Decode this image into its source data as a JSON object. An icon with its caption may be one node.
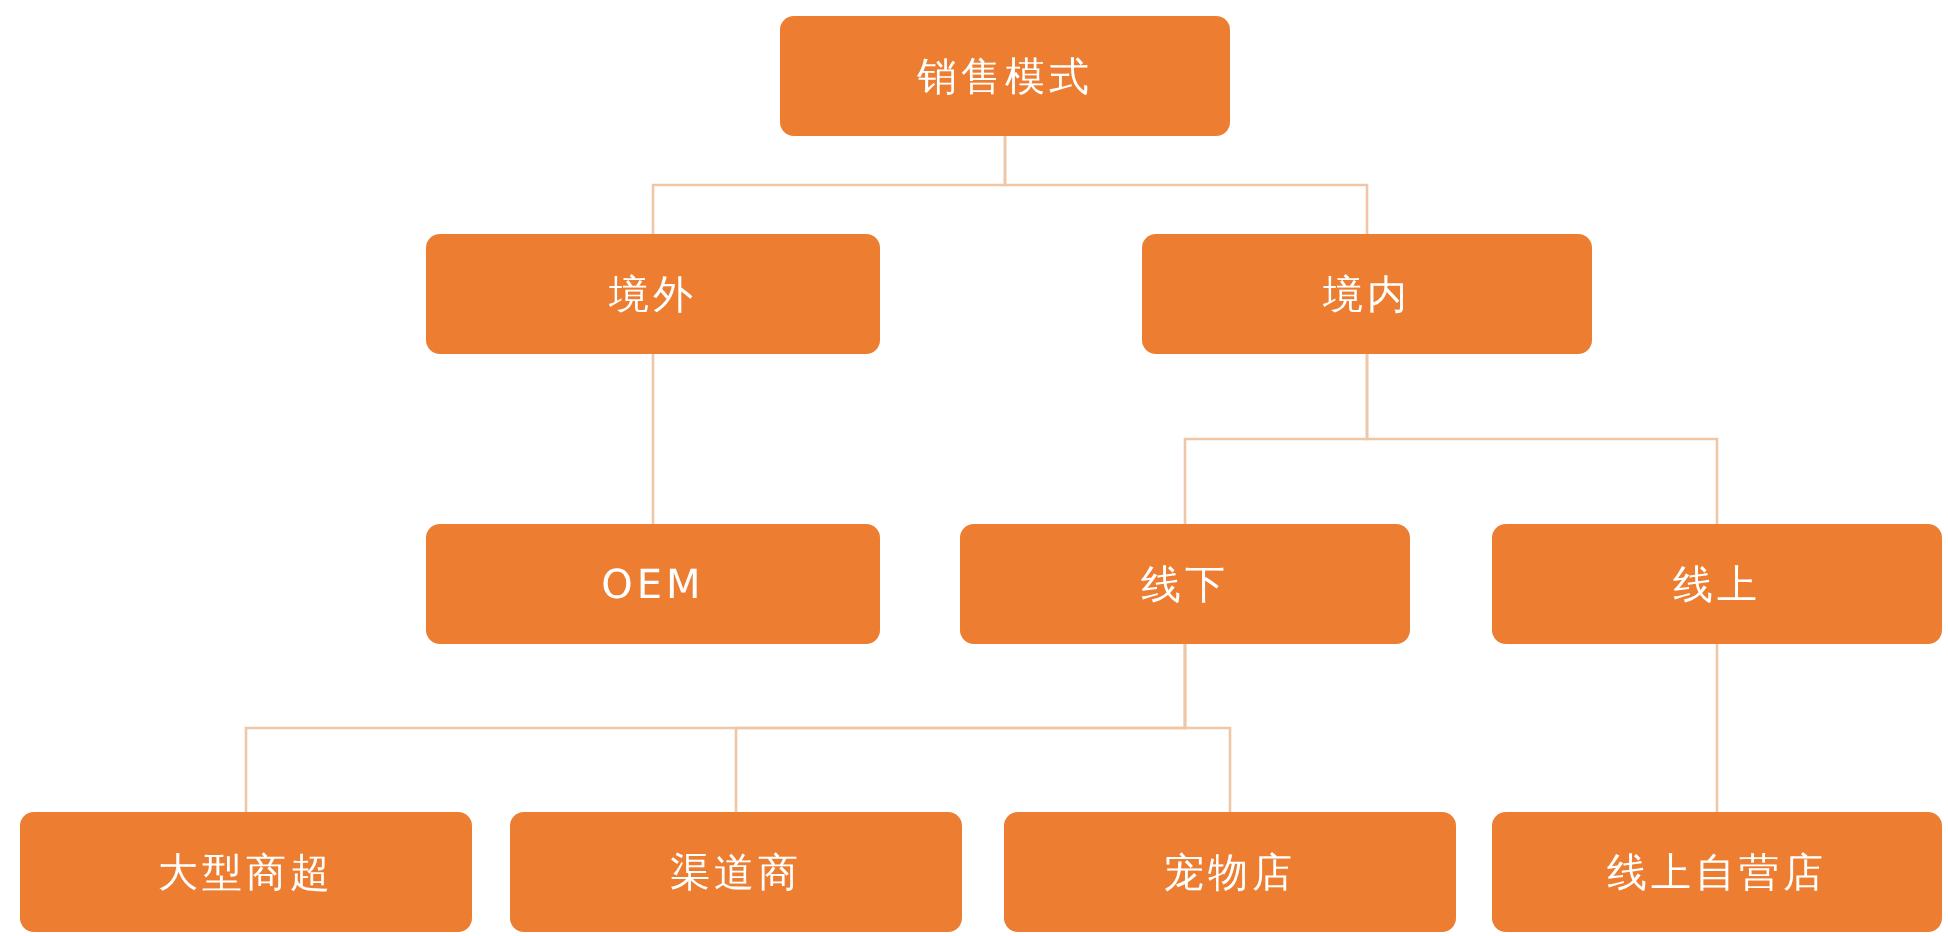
{
  "diagram": {
    "nodes": [
      {
        "text": [
          "销售模式"
        ]
      },
      {
        "text": [
          "境外"
        ]
      },
      {
        "text": [
          "境内"
        ]
      },
      {
        "text": [
          "OEM"
        ]
      },
      {
        "text": [
          "线下"
        ]
      },
      {
        "text": [
          "线上"
        ]
      },
      {
        "text": [
          "大型商超"
        ]
      },
      {
        "text": [
          "渠道商"
        ]
      },
      {
        "text": [
          "宠物店"
        ]
      },
      {
        "text": [
          "线上自营店"
        ]
      }
    ],
    "edges": [
      {
        "from": 0,
        "to": 1,
        "arrow": "none"
      },
      {
        "from": 0,
        "to": 2,
        "arrow": "none"
      },
      {
        "from": 1,
        "to": 3,
        "arrow": "none"
      },
      {
        "from": 2,
        "to": 4,
        "arrow": "none"
      },
      {
        "from": 2,
        "to": 5,
        "arrow": "none"
      },
      {
        "from": 4,
        "to": 6,
        "arrow": "none"
      },
      {
        "from": 4,
        "to": 7,
        "arrow": "none"
      },
      {
        "from": 4,
        "to": 8,
        "arrow": "none"
      },
      {
        "from": 5,
        "to": 9,
        "arrow": "none"
      }
    ]
  }
}
